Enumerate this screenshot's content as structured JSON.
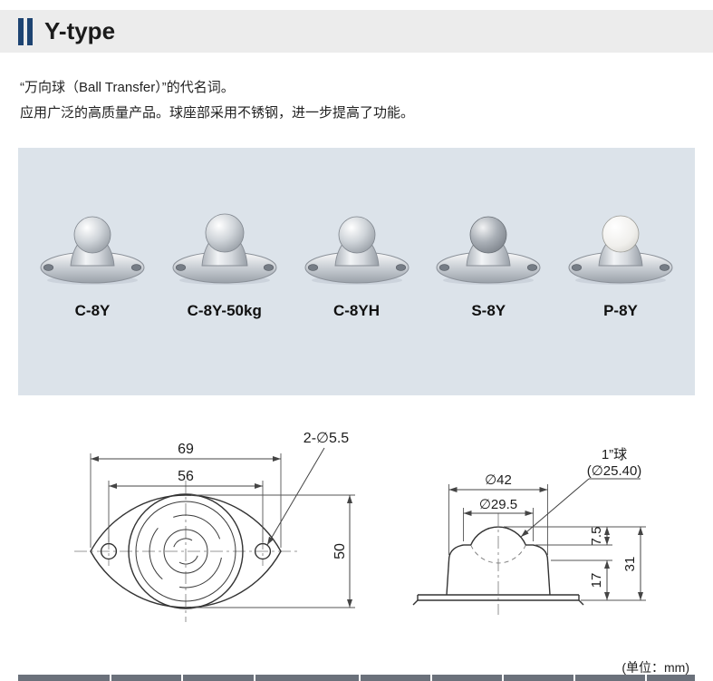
{
  "header": {
    "title": "Y-type"
  },
  "intro": {
    "line1": "“万向球（Ball Transfer）”的代名词。",
    "line2": "应用广泛的高质量产品。球座部采用不锈钢，进一步提高了功能。"
  },
  "products": [
    {
      "label": "C-8Y"
    },
    {
      "label": "C-8Y-50kg"
    },
    {
      "label": "C-8YH"
    },
    {
      "label": "S-8Y"
    },
    {
      "label": "P-8Y"
    }
  ],
  "drawings": {
    "top_view": {
      "dim_outer_width": "69",
      "dim_hole_pitch": "56",
      "dim_holes": "2-∅5.5",
      "dim_height": "50"
    },
    "side_view": {
      "dim_housing_dia": "∅42",
      "dim_opening_dia": "∅29.5",
      "ball_label_line1": "1”球",
      "ball_label_line2": "(∅25.40)",
      "dim_ball_protrusion": "7.5",
      "dim_total_height": "31",
      "dim_base_height": "17"
    },
    "unit_note": "(单位：mm)"
  },
  "colors": {
    "accent_bar": "#1e4472",
    "header_band": "#ececec",
    "panel_background": "#dce3ea",
    "table_header_cell": "#6b717b",
    "line_art": "#333333"
  }
}
